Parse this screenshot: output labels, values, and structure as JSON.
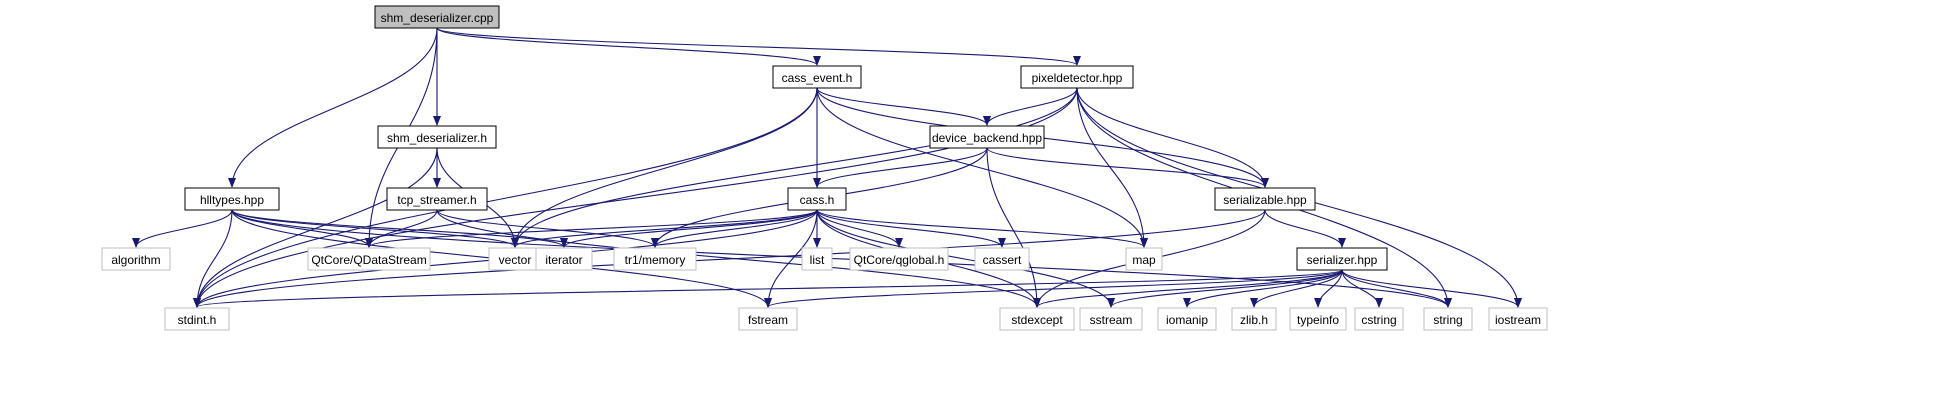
{
  "colors": {
    "edge": "#191970",
    "main_fill": "#bfbfbf",
    "local_border": "#000000",
    "system_border": "#bfbfbf",
    "background": "#ffffff"
  },
  "nodes": [
    {
      "id": "shm_deserializer_cpp",
      "label": "shm_deserializer.cpp",
      "kind": "main"
    },
    {
      "id": "cass_event_h",
      "label": "cass_event.h",
      "kind": "local"
    },
    {
      "id": "pixeldetector_hpp",
      "label": "pixeldetector.hpp",
      "kind": "local"
    },
    {
      "id": "shm_deserializer_h",
      "label": "shm_deserializer.h",
      "kind": "local"
    },
    {
      "id": "device_backend_hpp",
      "label": "device_backend.hpp",
      "kind": "local"
    },
    {
      "id": "hlltypes_hpp",
      "label": "hlltypes.hpp",
      "kind": "local"
    },
    {
      "id": "tcp_streamer_h",
      "label": "tcp_streamer.h",
      "kind": "local"
    },
    {
      "id": "cass_h",
      "label": "cass.h",
      "kind": "local"
    },
    {
      "id": "serializable_hpp",
      "label": "serializable.hpp",
      "kind": "local"
    },
    {
      "id": "serializer_hpp",
      "label": "serializer.hpp",
      "kind": "local"
    },
    {
      "id": "algorithm",
      "label": "algorithm",
      "kind": "system"
    },
    {
      "id": "qdatastream",
      "label": "QtCore/QDataStream",
      "kind": "system"
    },
    {
      "id": "vector",
      "label": "vector",
      "kind": "system"
    },
    {
      "id": "iterator",
      "label": "iterator",
      "kind": "system"
    },
    {
      "id": "tr1_memory",
      "label": "tr1/memory",
      "kind": "system"
    },
    {
      "id": "list",
      "label": "list",
      "kind": "system"
    },
    {
      "id": "qglobal",
      "label": "QtCore/qglobal.h",
      "kind": "system"
    },
    {
      "id": "cassert",
      "label": "cassert",
      "kind": "system"
    },
    {
      "id": "map",
      "label": "map",
      "kind": "system"
    },
    {
      "id": "stdint_h",
      "label": "stdint.h",
      "kind": "system"
    },
    {
      "id": "fstream",
      "label": "fstream",
      "kind": "system"
    },
    {
      "id": "stdexcept",
      "label": "stdexcept",
      "kind": "system"
    },
    {
      "id": "sstream",
      "label": "sstream",
      "kind": "system"
    },
    {
      "id": "iomanip",
      "label": "iomanip",
      "kind": "system"
    },
    {
      "id": "zlib_h",
      "label": "zlib.h",
      "kind": "system"
    },
    {
      "id": "typeinfo",
      "label": "typeinfo",
      "kind": "system"
    },
    {
      "id": "cstring",
      "label": "cstring",
      "kind": "system"
    },
    {
      "id": "string",
      "label": "string",
      "kind": "system"
    },
    {
      "id": "iostream",
      "label": "iostream",
      "kind": "system"
    }
  ],
  "edges": [
    [
      "shm_deserializer_cpp",
      "cass_event_h"
    ],
    [
      "shm_deserializer_cpp",
      "pixeldetector_hpp"
    ],
    [
      "shm_deserializer_cpp",
      "shm_deserializer_h"
    ],
    [
      "shm_deserializer_cpp",
      "hlltypes_hpp"
    ],
    [
      "shm_deserializer_cpp",
      "qdatastream"
    ],
    [
      "cass_event_h",
      "cass_h"
    ],
    [
      "cass_event_h",
      "device_backend_hpp"
    ],
    [
      "cass_event_h",
      "serializable_hpp"
    ],
    [
      "cass_event_h",
      "map"
    ],
    [
      "cass_event_h",
      "vector"
    ],
    [
      "cass_event_h",
      "stdint_h"
    ],
    [
      "pixeldetector_hpp",
      "device_backend_hpp"
    ],
    [
      "pixeldetector_hpp",
      "serializable_hpp"
    ],
    [
      "pixeldetector_hpp",
      "vector"
    ],
    [
      "pixeldetector_hpp",
      "map"
    ],
    [
      "pixeldetector_hpp",
      "string"
    ],
    [
      "pixeldetector_hpp",
      "iostream"
    ],
    [
      "pixeldetector_hpp",
      "stdint_h"
    ],
    [
      "shm_deserializer_h",
      "tcp_streamer_h"
    ],
    [
      "shm_deserializer_h",
      "vector"
    ],
    [
      "shm_deserializer_h",
      "stdint_h"
    ],
    [
      "device_backend_hpp",
      "cass_h"
    ],
    [
      "device_backend_hpp",
      "serializable_hpp"
    ],
    [
      "device_backend_hpp",
      "tr1_memory"
    ],
    [
      "device_backend_hpp",
      "stdexcept"
    ],
    [
      "hlltypes_hpp",
      "algorithm"
    ],
    [
      "hlltypes_hpp",
      "qdatastream"
    ],
    [
      "hlltypes_hpp",
      "vector"
    ],
    [
      "hlltypes_hpp",
      "iterator"
    ],
    [
      "hlltypes_hpp",
      "stdint_h"
    ],
    [
      "hlltypes_hpp",
      "fstream"
    ],
    [
      "hlltypes_hpp",
      "string"
    ],
    [
      "tcp_streamer_h",
      "qdatastream"
    ],
    [
      "tcp_streamer_h",
      "tr1_memory"
    ],
    [
      "tcp_streamer_h",
      "stdexcept"
    ],
    [
      "cass_h",
      "qdatastream"
    ],
    [
      "cass_h",
      "vector"
    ],
    [
      "cass_h",
      "iterator"
    ],
    [
      "cass_h",
      "tr1_memory"
    ],
    [
      "cass_h",
      "list"
    ],
    [
      "cass_h",
      "qglobal"
    ],
    [
      "cass_h",
      "cassert"
    ],
    [
      "cass_h",
      "map"
    ],
    [
      "cass_h",
      "stdint_h"
    ],
    [
      "cass_h",
      "fstream"
    ],
    [
      "cass_h",
      "stdexcept"
    ],
    [
      "cass_h",
      "sstream"
    ],
    [
      "serializable_hpp",
      "serializer_hpp"
    ],
    [
      "serializable_hpp",
      "stdint_h"
    ],
    [
      "serializable_hpp",
      "stdexcept"
    ],
    [
      "serializer_hpp",
      "stdint_h"
    ],
    [
      "serializer_hpp",
      "fstream"
    ],
    [
      "serializer_hpp",
      "stdexcept"
    ],
    [
      "serializer_hpp",
      "sstream"
    ],
    [
      "serializer_hpp",
      "iomanip"
    ],
    [
      "serializer_hpp",
      "zlib_h"
    ],
    [
      "serializer_hpp",
      "typeinfo"
    ],
    [
      "serializer_hpp",
      "cstring"
    ],
    [
      "serializer_hpp",
      "string"
    ],
    [
      "serializer_hpp",
      "iostream"
    ]
  ]
}
